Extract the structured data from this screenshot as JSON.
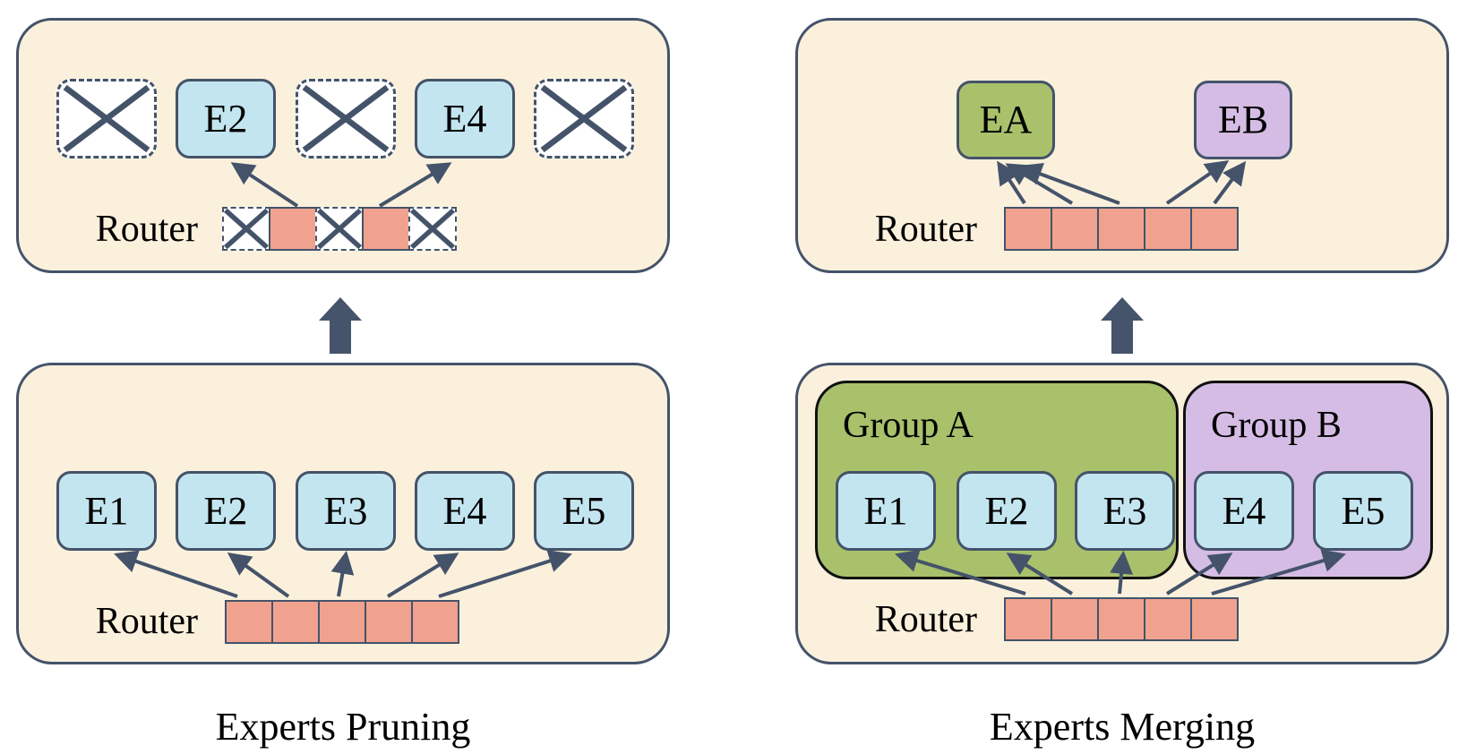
{
  "pruning": {
    "caption": "Experts Pruning",
    "after_panel": {
      "router_label": "Router",
      "slots": [
        "pruned",
        "E2",
        "pruned",
        "E4",
        "pruned"
      ],
      "router_cells": [
        "pruned",
        "active",
        "pruned",
        "active",
        "pruned"
      ]
    },
    "before_panel": {
      "router_label": "Router",
      "experts": [
        "E1",
        "E2",
        "E3",
        "E4",
        "E5"
      ],
      "router_cells": [
        "active",
        "active",
        "active",
        "active",
        "active"
      ]
    }
  },
  "merging": {
    "caption": "Experts Merging",
    "after_panel": {
      "router_label": "Router",
      "merged_experts": [
        "EA",
        "EB"
      ],
      "router_cells": [
        "active",
        "active",
        "active",
        "active",
        "active"
      ]
    },
    "before_panel": {
      "router_label": "Router",
      "groups": [
        {
          "label": "Group A",
          "experts": [
            "E1",
            "E2",
            "E3"
          ]
        },
        {
          "label": "Group B",
          "experts": [
            "E4",
            "E5"
          ]
        }
      ],
      "router_cells": [
        "active",
        "active",
        "active",
        "active",
        "active"
      ]
    }
  },
  "colors": {
    "panel_fill": "#FAF0DC",
    "outline": "#44536A",
    "expert_fill": "#C3E5EF",
    "token_fill": "#F0A28F",
    "group_a_fill": "#A9C16B",
    "group_b_fill": "#D5BCE5"
  }
}
